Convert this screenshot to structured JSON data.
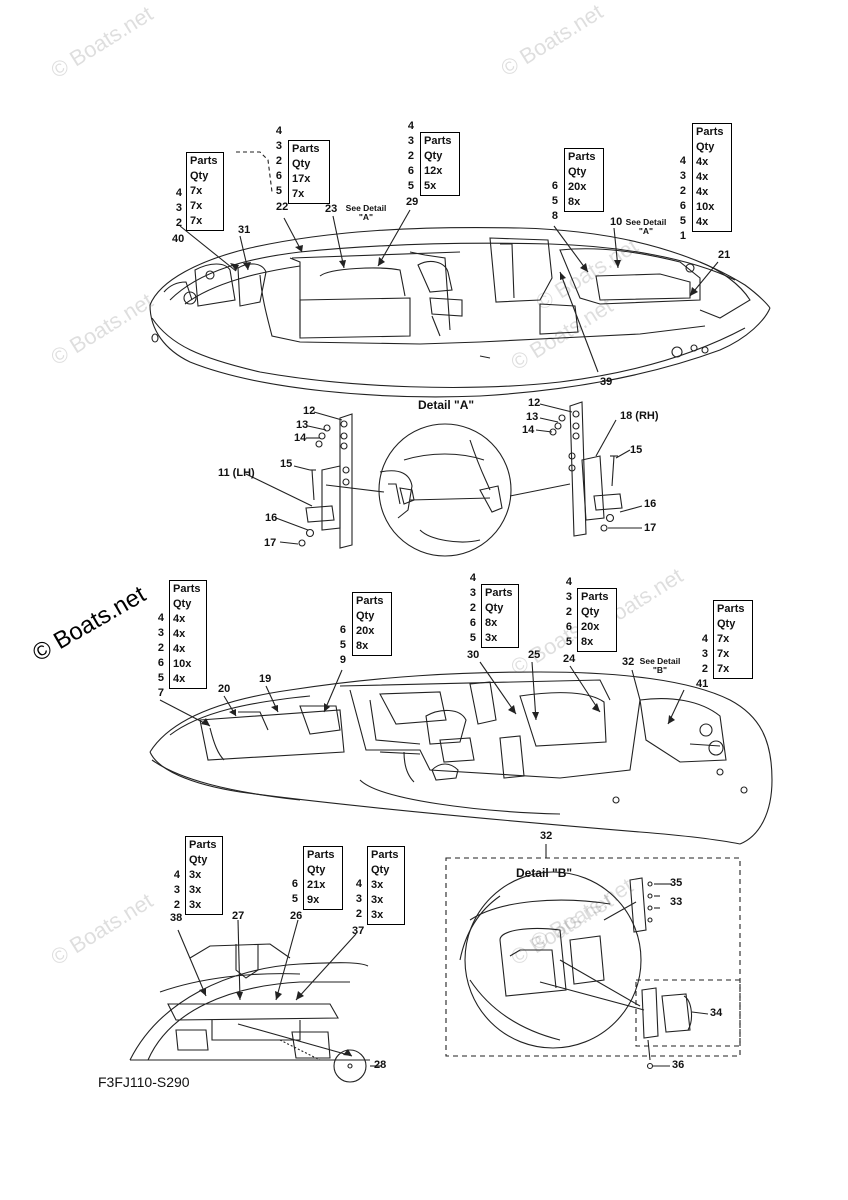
{
  "watermarks": [
    "© Boats.net",
    "© Boats.net",
    "© Boats.net",
    "© Boats.net",
    "© Boats.net",
    "© Boats.net",
    "© Boats.net",
    "© Boats.net",
    "© Boats.net",
    "© Boats.net"
  ],
  "watermark_main": "© Boats.net",
  "qty_header": [
    "Parts",
    "Qty"
  ],
  "qty_tables": {
    "t1": {
      "nums": [
        "4",
        "3",
        "2"
      ],
      "qtys": [
        "7x",
        "7x",
        "7x"
      ]
    },
    "t2": {
      "nums": [
        "4",
        "3",
        "2",
        "6",
        "5"
      ],
      "qtys": [
        "17x",
        "7x"
      ]
    },
    "t3": {
      "nums": [
        "4",
        "3",
        "2",
        "6",
        "5"
      ],
      "qtys": [
        "12x",
        "5x"
      ]
    },
    "t4": {
      "nums": [
        "6",
        "5",
        "8"
      ],
      "qtys": [
        "20x",
        "8x"
      ]
    },
    "t5": {
      "nums": [
        "4",
        "3",
        "2",
        "6",
        "5",
        "1"
      ],
      "qtys": [
        "4x",
        "4x",
        "4x",
        "10x",
        "4x"
      ]
    },
    "t6": {
      "nums": [
        "4",
        "3",
        "2",
        "6",
        "5",
        "7"
      ],
      "qtys": [
        "4x",
        "4x",
        "4x",
        "10x",
        "4x"
      ]
    },
    "t7": {
      "nums": [
        "6",
        "5",
        "9"
      ],
      "qtys": [
        "20x",
        "8x"
      ]
    },
    "t8": {
      "nums": [
        "4",
        "3",
        "2",
        "6",
        "5"
      ],
      "qtys": [
        "8x",
        "3x"
      ]
    },
    "t9": {
      "nums": [
        "4",
        "3",
        "2",
        "6",
        "5"
      ],
      "qtys": [
        "20x",
        "8x"
      ]
    },
    "t10": {
      "nums": [
        "4",
        "3",
        "2"
      ],
      "qtys": [
        "7x",
        "7x",
        "7x"
      ]
    },
    "t11": {
      "nums": [
        "4",
        "3",
        "2"
      ],
      "qtys": [
        "3x",
        "3x",
        "3x"
      ]
    },
    "t12": {
      "nums": [
        "6",
        "5"
      ],
      "qtys": [
        "21x",
        "9x"
      ]
    },
    "t13": {
      "nums": [
        "4",
        "3",
        "2"
      ],
      "qtys": [
        "3x",
        "3x",
        "3x"
      ]
    }
  },
  "labels": {
    "l40": "40",
    "l31": "31",
    "l22": "22",
    "l23": "23",
    "l29": "29",
    "l10": "10",
    "l21": "21",
    "l39": "39",
    "l12a": "12",
    "l13a": "13",
    "l14a": "14",
    "l11": "11 (LH)",
    "l15a": "15",
    "l16a": "16",
    "l17a": "17",
    "l12b": "12",
    "l13b": "13",
    "l14b": "14",
    "l18": "18 (RH)",
    "l15b": "15",
    "l16b": "16",
    "l17b": "17",
    "l20": "20",
    "l19": "19",
    "l30": "30",
    "l25": "25",
    "l24": "24",
    "l32a": "32",
    "l41": "41",
    "l38": "38",
    "l27": "27",
    "l26": "26",
    "l37": "37",
    "l28": "28",
    "l32b": "32",
    "l35": "35",
    "l33": "33",
    "l34": "34",
    "l36": "36"
  },
  "see_detail_a1": [
    "See Detail",
    "\"A\""
  ],
  "see_detail_a2": [
    "See Detail",
    "\"A\""
  ],
  "see_detail_b": [
    "See Detail",
    "\"B\""
  ],
  "detail_a_title": "Detail \"A\"",
  "detail_b_title": "Detail \"B\"",
  "diagram_code": "F3FJ110-S290"
}
